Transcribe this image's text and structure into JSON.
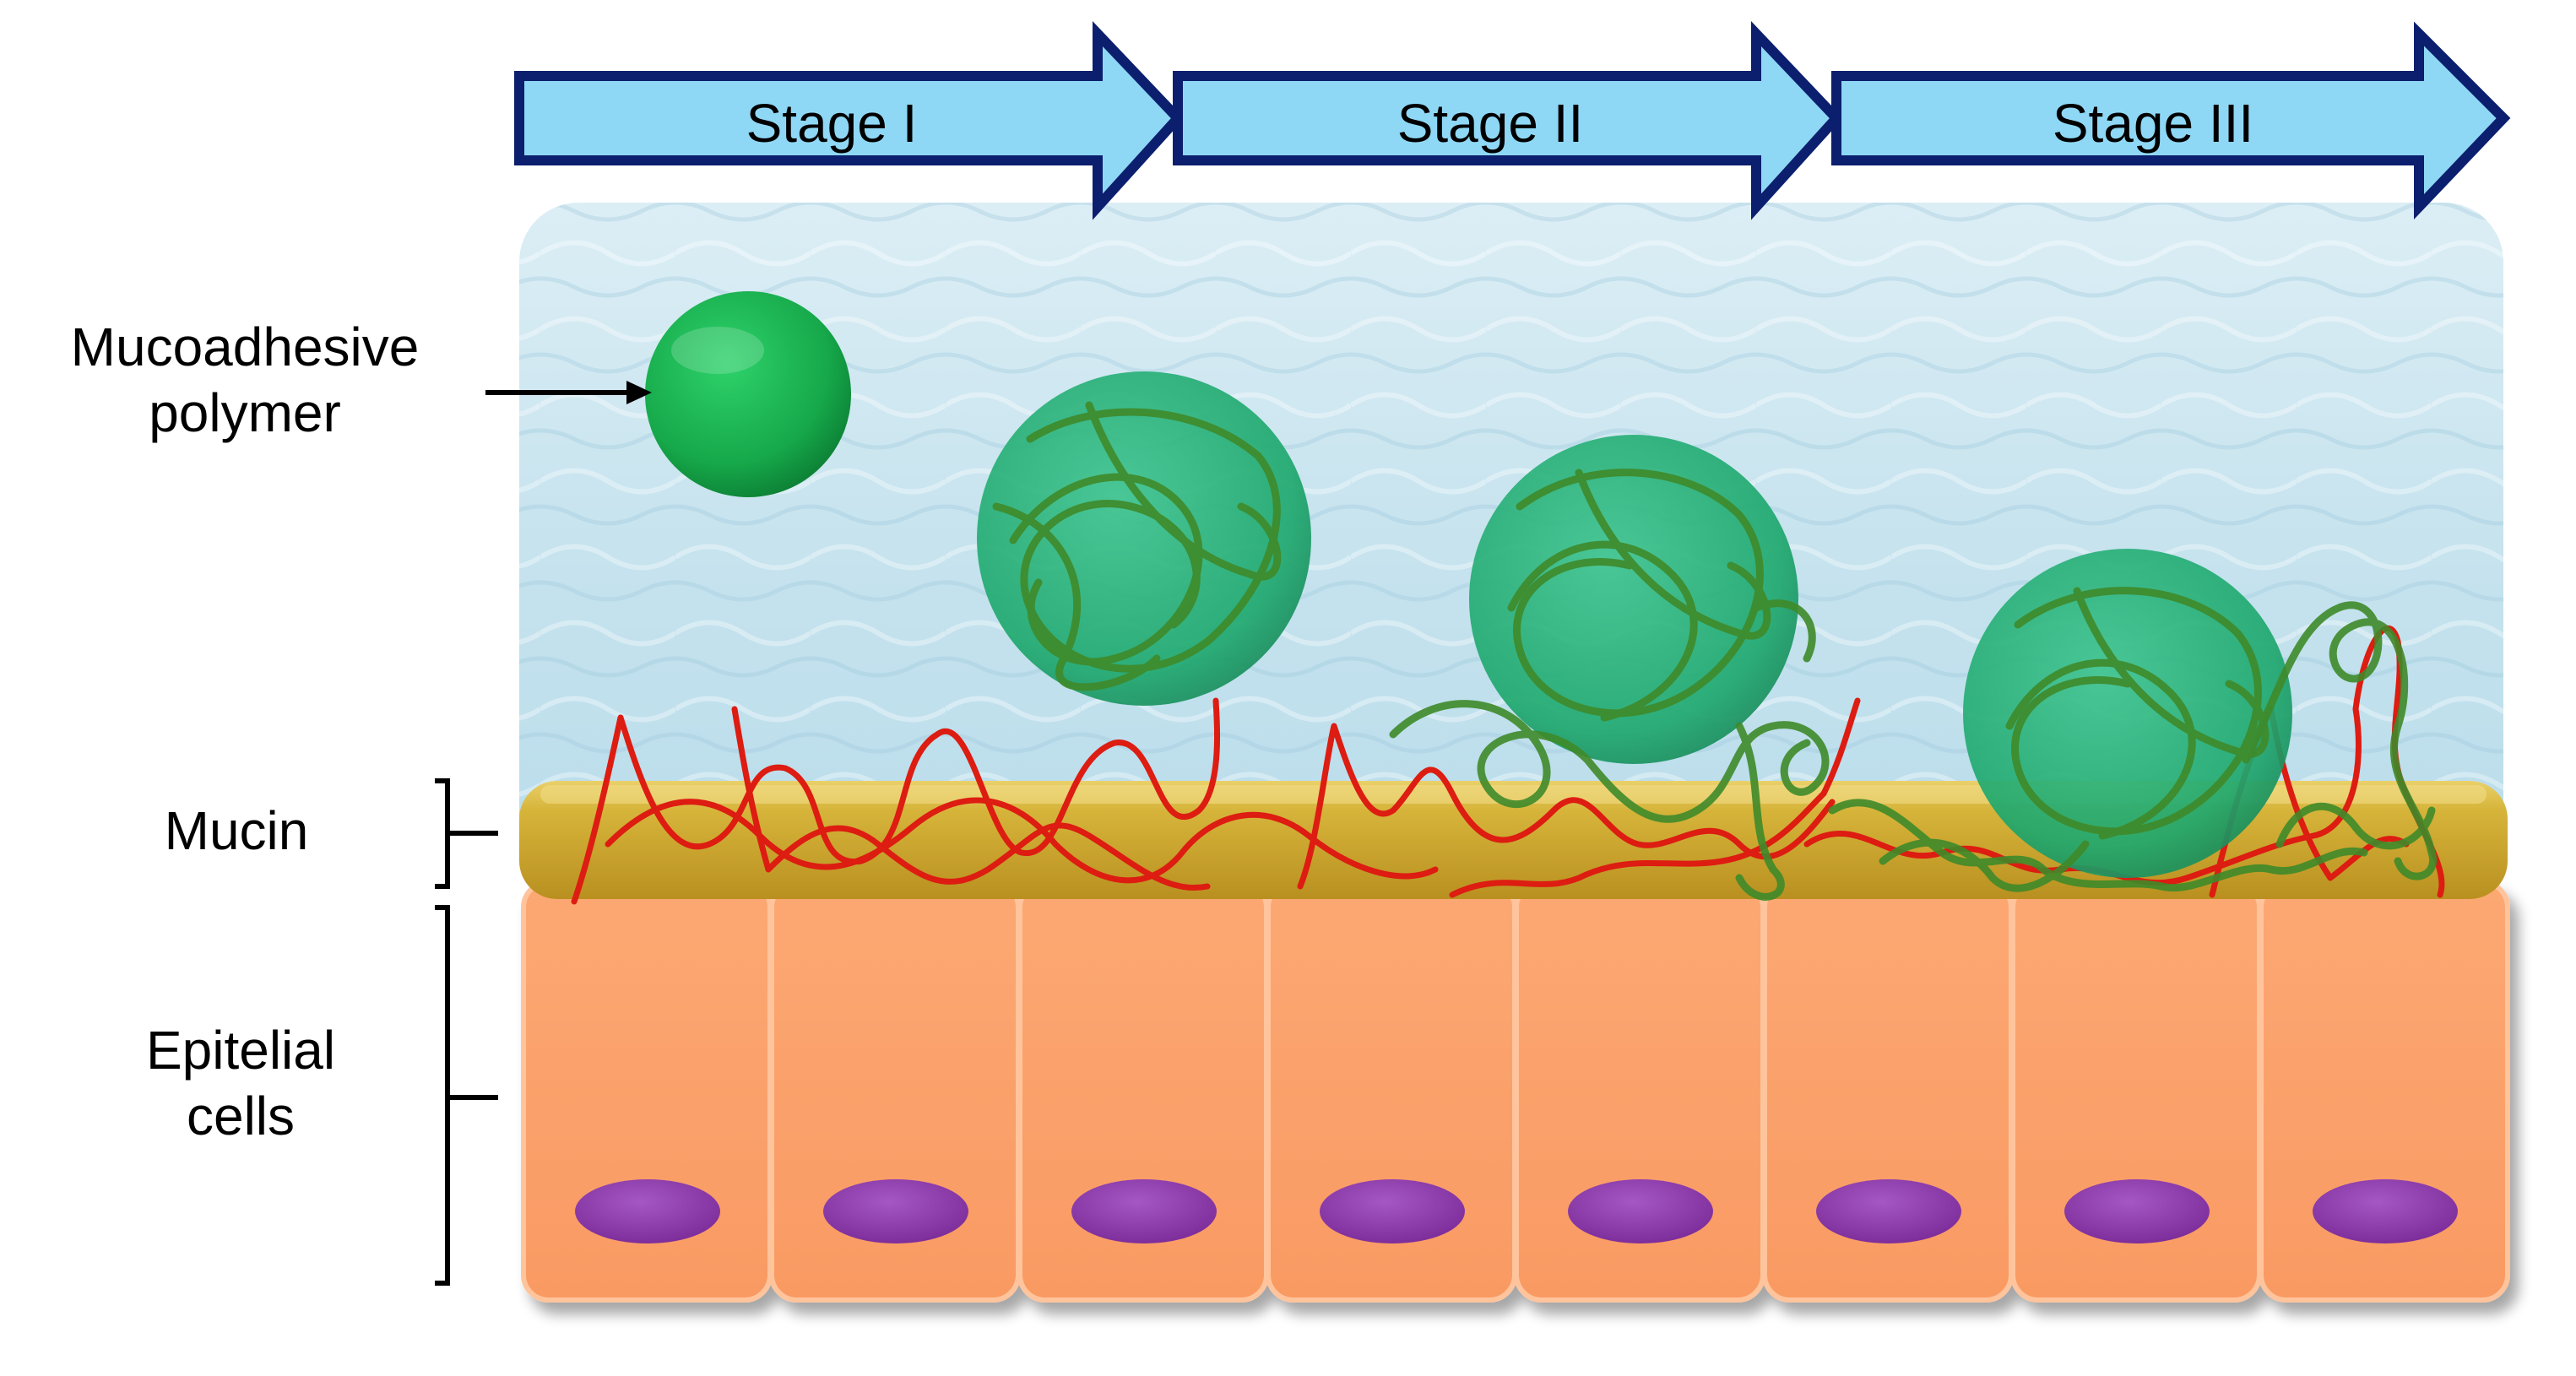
{
  "stages": [
    "Stage I",
    "Stage II",
    "Stage III"
  ],
  "labels": {
    "polymer_line1": "Mucoadhesive",
    "polymer_line2": "polymer",
    "mucin": "Mucin",
    "cells_line1": "Epitelial",
    "cells_line2": "cells"
  },
  "colors": {
    "arrow_fill": "#8fd8f5",
    "arrow_stroke": "#0b1f6e",
    "water": "#cfe6ef",
    "mucin_layer": "#c9a528",
    "mucin_strand": "#dd1c12",
    "polymer_strand": "#3f8a2a",
    "polymer_sphere": "#1faa6a",
    "cell": "#fba06c",
    "nucleus": "#8a35a8"
  }
}
